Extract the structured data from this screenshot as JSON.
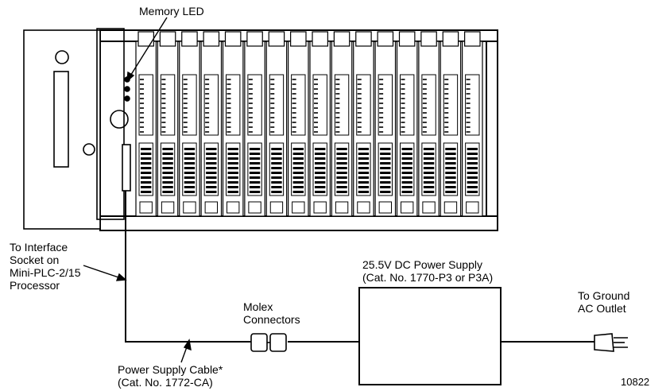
{
  "labels": {
    "memory_led": "Memory LED",
    "interface_socket": [
      "To Interface",
      "Socket on",
      "Mini-PLC-2/15",
      "Processor"
    ],
    "power_supply": [
      "25.5V DC Power Supply",
      "(Cat. No. 1770-P3 or P3A)"
    ],
    "molex": [
      "Molex",
      "Connectors"
    ],
    "ground_outlet": [
      "To Ground",
      "AC Outlet"
    ],
    "cable": [
      "Power Supply Cable*",
      "(Cat. No. 1772-CA)"
    ],
    "figure_number": "10822"
  },
  "chassis": {
    "io_module_slots": 16
  }
}
